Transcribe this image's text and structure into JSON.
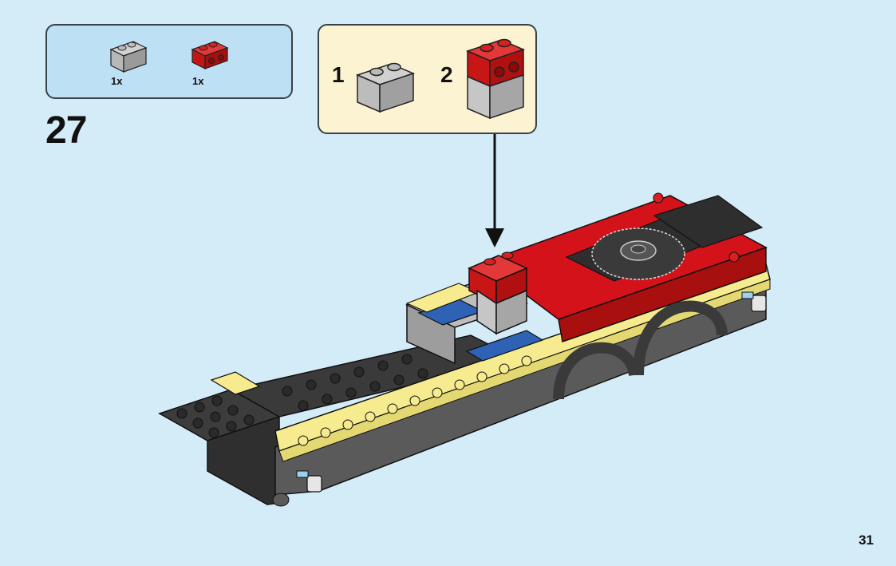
{
  "step": {
    "number": "27"
  },
  "parts_list": {
    "items": [
      {
        "part": "gray-brick-1x2",
        "color": "#a8a8a8",
        "quantity": "1x"
      },
      {
        "part": "red-brick-1x2-studs-on-side",
        "color": "#d3121a",
        "quantity": "1x"
      }
    ]
  },
  "sub_assembly": {
    "steps": [
      {
        "number": "1",
        "part": "gray-brick-1x2"
      },
      {
        "number": "2",
        "part": "red-brick-on-gray-brick"
      }
    ]
  },
  "page": {
    "number": "31"
  },
  "colors": {
    "background": "#d4ebf8",
    "parts_box": "#bde0f5",
    "sub_box": "#fcf3d2",
    "red": "#d3121a",
    "gray": "#a8a8a8",
    "dark_gray": "#4c4c4c",
    "yellow": "#f7eb8f",
    "blue": "#2d62b5"
  }
}
